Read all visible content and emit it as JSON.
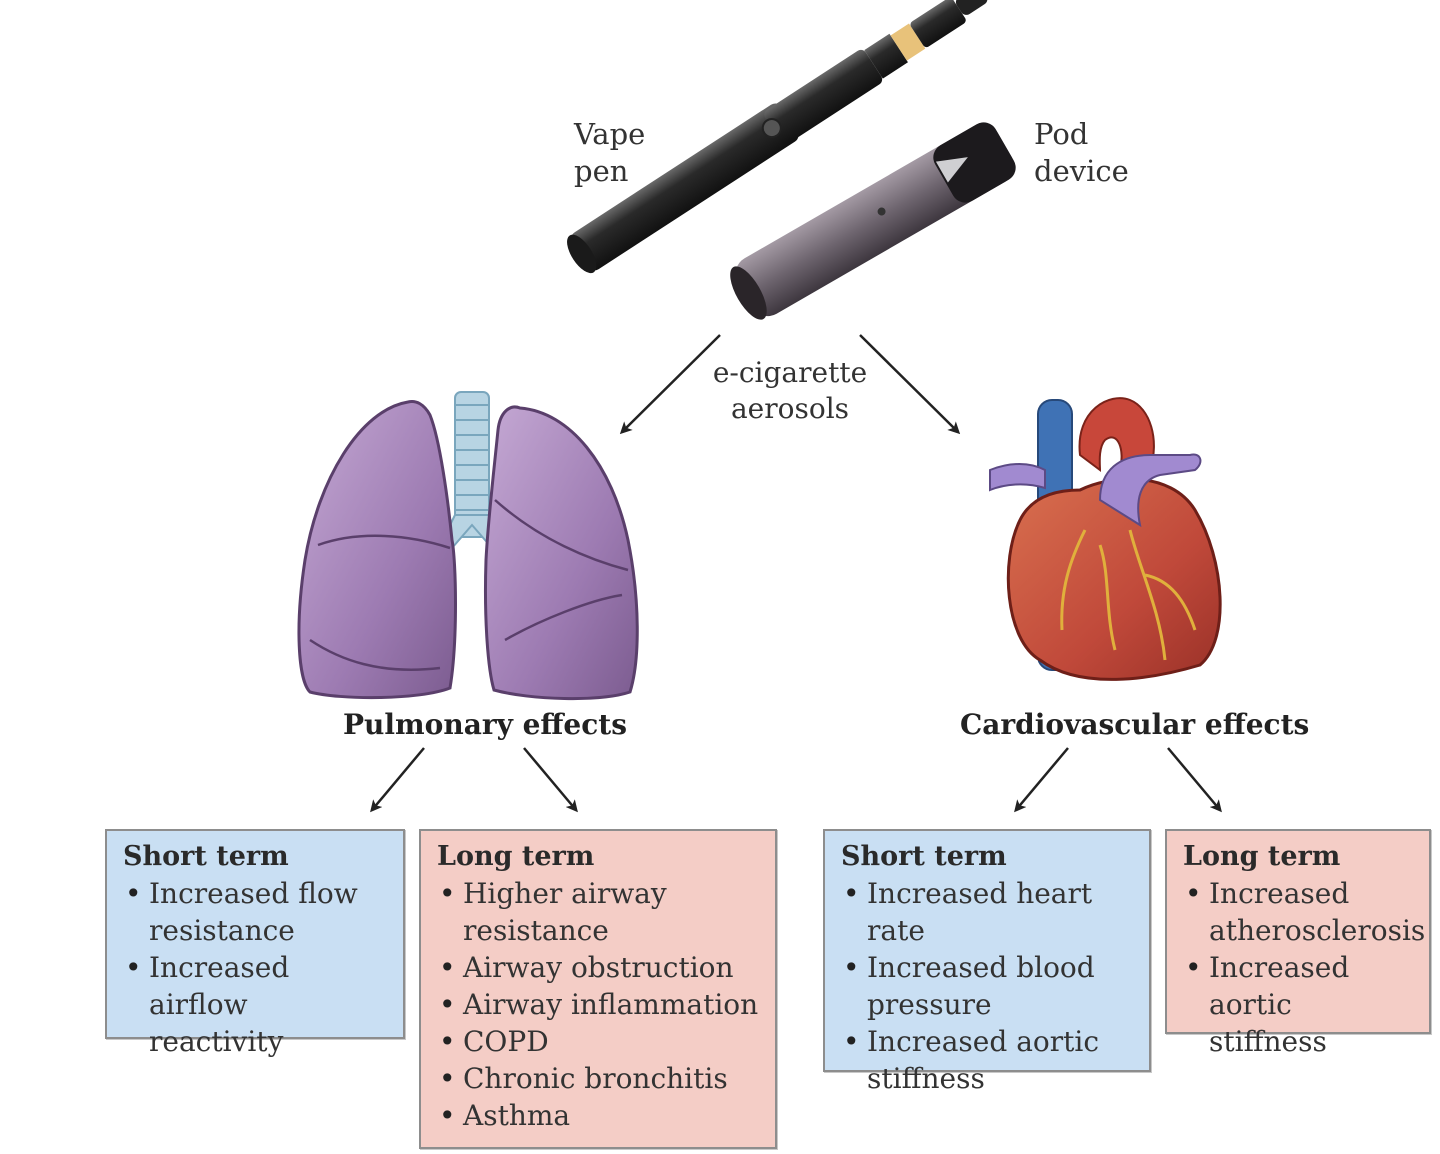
{
  "devices": {
    "vape_label_line1": "Vape",
    "vape_label_line2": "pen",
    "pod_label_line1": "Pod",
    "pod_label_line2": "device"
  },
  "center": {
    "line1": "e-cigarette",
    "line2": "aerosols"
  },
  "pulmonary": {
    "title": "Pulmonary effects",
    "short_term": {
      "title": "Short term",
      "items": [
        "Increased flow resistance",
        "Increased airflow reactivity"
      ]
    },
    "long_term": {
      "title": "Long term",
      "items": [
        "Higher airway resistance",
        "Airway obstruction",
        "Airway inflammation",
        "COPD",
        "Chronic bronchitis",
        "Asthma"
      ]
    }
  },
  "cardiovascular": {
    "title": "Cardiovascular effects",
    "short_term": {
      "title": "Short term",
      "items": [
        "Increased heart rate",
        "Increased blood pressure",
        "Increased aortic stiffness"
      ]
    },
    "long_term": {
      "title": "Long term",
      "items": [
        "Increased atherosclerosis",
        "Increased aortic stiffness"
      ]
    }
  },
  "colors": {
    "short_term_bg": "#c9dff3",
    "long_term_bg": "#f4cdc6",
    "lung": "#9d7bb2",
    "heart_red": "#c8473a",
    "vein_blue": "#3f72b5"
  }
}
